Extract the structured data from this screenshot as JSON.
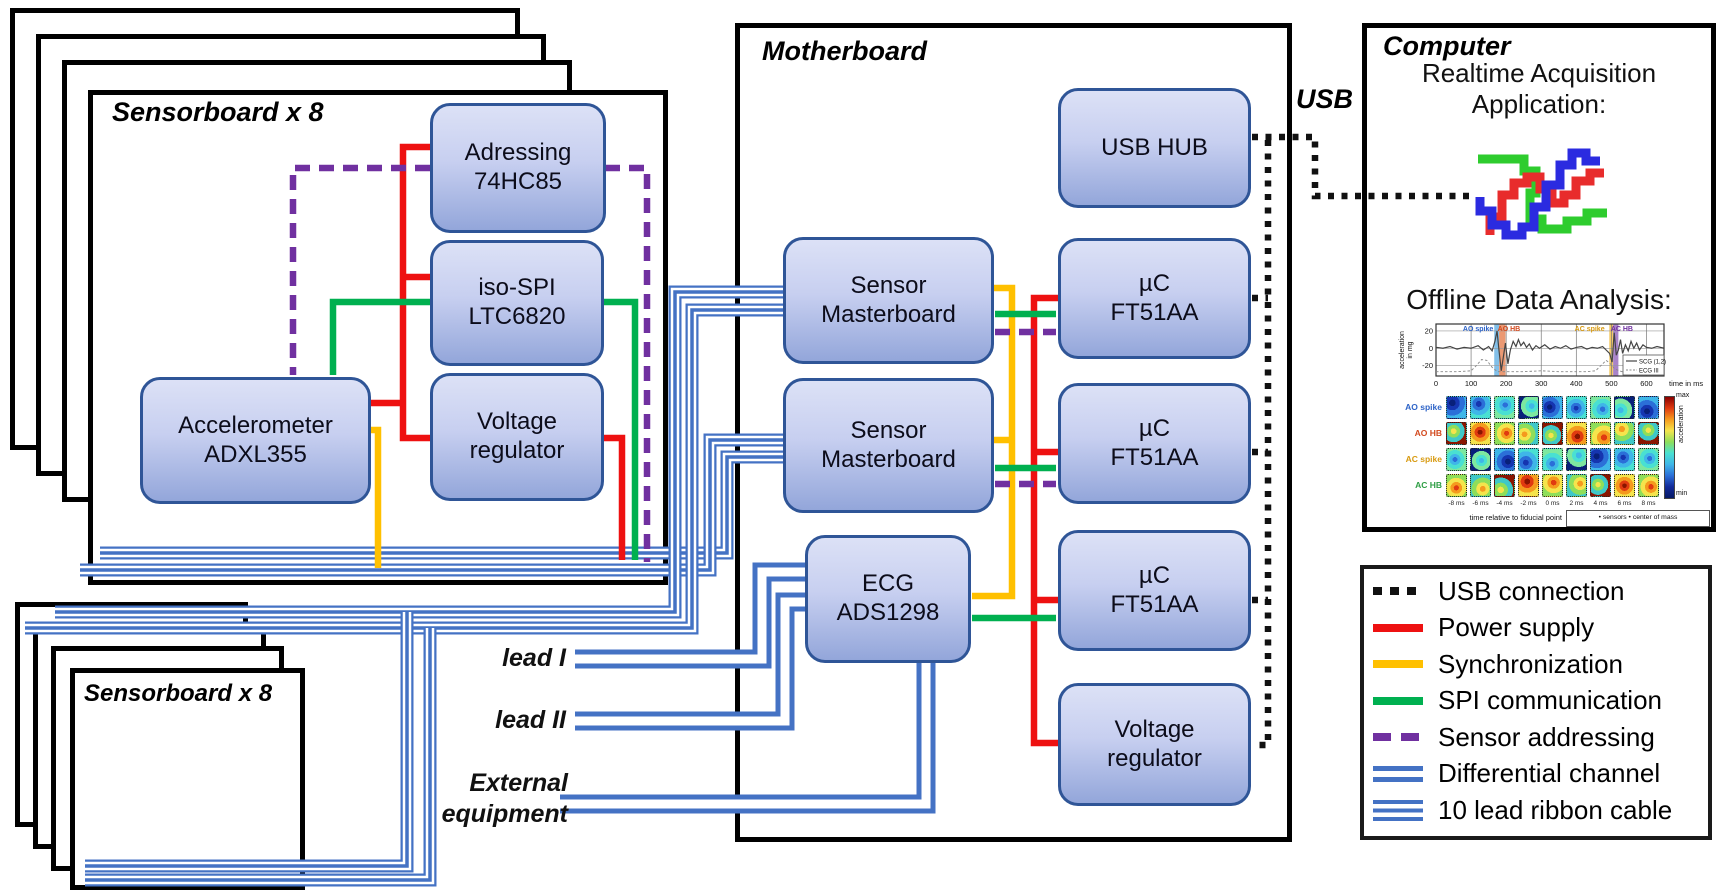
{
  "colors": {
    "ribbon_cable": "#4472C4",
    "power_supply": "#EE1111",
    "synchronization": "#FFC000",
    "spi_communication": "#00B050",
    "sensor_addressing": "#7030A0",
    "usb_connection": "#111111",
    "chip_border": "#2F5597",
    "chip_gradient_top": "#DCE1F6",
    "chip_gradient_bottom": "#93A6DA"
  },
  "sensorboard_top": {
    "title": "Sensorboard x 8",
    "boxes": {
      "addressing": "Adressing\n74HC85",
      "iso_spi": "iso-SPI\nLTC6820",
      "voltage_regulator": "Voltage\nregulator",
      "accelerometer": "Accelerometer\nADXL355"
    }
  },
  "sensorboard_bottom": {
    "title": "Sensorboard x 8"
  },
  "motherboard": {
    "title": "Motherboard",
    "boxes": {
      "usb_hub": "USB HUB",
      "sensor_masterboard_1": "Sensor\nMasterboard",
      "sensor_masterboard_2": "Sensor\nMasterboard",
      "ecg": "ECG\nADS1298",
      "uc_1": "µC\nFT51AA",
      "uc_2": "µC\nFT51AA",
      "uc_3": "µC\nFT51AA",
      "voltage_regulator": "Voltage\nregulator"
    }
  },
  "external_labels": {
    "usb": "USB",
    "lead_1": "lead I",
    "lead_2": "lead II",
    "external_equipment": "External\nequipment"
  },
  "computer": {
    "title": "Computer",
    "realtime_app": "Realtime Acquisition\nApplication:",
    "offline_title": "Offline Data Analysis:"
  },
  "legend": {
    "items": [
      {
        "label": "USB connection",
        "swatch": "usb"
      },
      {
        "label": "Power supply",
        "swatch": "power"
      },
      {
        "label": "Synchronization",
        "swatch": "sync"
      },
      {
        "label": "SPI communication",
        "swatch": "spi"
      },
      {
        "label": "Sensor addressing",
        "swatch": "addressing"
      },
      {
        "label": "Differential channel",
        "swatch": "differential"
      },
      {
        "label": "10 lead ribbon cable",
        "swatch": "ribbon"
      }
    ]
  },
  "chart_data": [
    {
      "type": "line",
      "ylabel": "acceleration\nin mg",
      "xlabel": "time in ms",
      "xticks": [
        0,
        100,
        200,
        300,
        400,
        500,
        600
      ],
      "yticks": [
        20,
        0,
        -20
      ],
      "xlim": [
        0,
        650
      ],
      "ylim": [
        -32,
        28
      ],
      "grid": true,
      "legend_position": "right",
      "series": [
        {
          "name": "SCG (1,2)",
          "style": "solid",
          "points": [
            [
              0,
              1
            ],
            [
              20,
              0
            ],
            [
              40,
              2
            ],
            [
              60,
              -1
            ],
            [
              80,
              1
            ],
            [
              100,
              0
            ],
            [
              120,
              3
            ],
            [
              135,
              -2
            ],
            [
              150,
              2
            ],
            [
              160,
              -3
            ],
            [
              168,
              8
            ],
            [
              174,
              20
            ],
            [
              180,
              -4
            ],
            [
              186,
              -26
            ],
            [
              192,
              -10
            ],
            [
              198,
              6
            ],
            [
              205,
              -18
            ],
            [
              212,
              -2
            ],
            [
              220,
              8
            ],
            [
              228,
              2
            ],
            [
              235,
              10
            ],
            [
              242,
              3
            ],
            [
              250,
              7
            ],
            [
              258,
              1
            ],
            [
              266,
              5
            ],
            [
              275,
              -2
            ],
            [
              285,
              3
            ],
            [
              295,
              0
            ],
            [
              310,
              4
            ],
            [
              325,
              -1
            ],
            [
              340,
              2
            ],
            [
              355,
              0
            ],
            [
              370,
              3
            ],
            [
              385,
              -1
            ],
            [
              400,
              1
            ],
            [
              415,
              2
            ],
            [
              430,
              -1
            ],
            [
              445,
              1
            ],
            [
              460,
              0
            ],
            [
              475,
              2
            ],
            [
              485,
              -2
            ],
            [
              495,
              -6
            ],
            [
              502,
              -16
            ],
            [
              508,
              18
            ],
            [
              514,
              -8
            ],
            [
              520,
              -2
            ],
            [
              526,
              10
            ],
            [
              532,
              -6
            ],
            [
              540,
              4
            ],
            [
              548,
              -3
            ],
            [
              556,
              8
            ],
            [
              564,
              0
            ],
            [
              572,
              6
            ],
            [
              580,
              -2
            ],
            [
              590,
              4
            ],
            [
              600,
              1
            ],
            [
              615,
              0
            ],
            [
              630,
              2
            ],
            [
              650,
              0
            ]
          ]
        },
        {
          "name": "ECG III",
          "style": "dashed",
          "points": [
            [
              0,
              -27
            ],
            [
              60,
              -27
            ],
            [
              100,
              -26
            ],
            [
              115,
              -20
            ],
            [
              130,
              -13
            ],
            [
              145,
              -14
            ],
            [
              160,
              -22
            ],
            [
              175,
              -27
            ],
            [
              250,
              -27
            ],
            [
              300,
              -26
            ],
            [
              350,
              -27
            ],
            [
              430,
              -27
            ],
            [
              455,
              -26
            ],
            [
              470,
              -20
            ],
            [
              485,
              -14
            ],
            [
              495,
              -17
            ],
            [
              510,
              -24
            ],
            [
              530,
              -27
            ],
            [
              650,
              -27
            ]
          ]
        }
      ],
      "bands": [
        {
          "x0": 166,
          "x1": 180,
          "color": "#6CB4E4",
          "label": "AO spike",
          "label_color": "#2E64C8",
          "label_x": 120
        },
        {
          "x0": 180,
          "x1": 198,
          "color": "#E8875A",
          "label": "AO HB",
          "label_color": "#D2491E",
          "label_x": 208
        },
        {
          "x0": 494,
          "x1": 505,
          "color": "#F2C14E",
          "label": "AC spike",
          "label_color": "#D89A10",
          "label_x": 438
        },
        {
          "x0": 505,
          "x1": 520,
          "color": "#9A6FC0",
          "label": "AC HB",
          "label_color": "#7030A0",
          "label_x": 530
        }
      ]
    },
    {
      "type": "heatmap",
      "rows": 4,
      "cols": 9,
      "row_labels": [
        {
          "text": "AO spike",
          "color": "#2E64C8"
        },
        {
          "text": "AO HB",
          "color": "#D2491E"
        },
        {
          "text": "AC spike",
          "color": "#D89A10"
        },
        {
          "text": "AC HB",
          "color": "#2E9E44"
        }
      ],
      "col_labels": [
        "-8 ms",
        "-6 ms",
        "-4 ms",
        "-2 ms",
        "0 ms",
        "2 ms",
        "4 ms",
        "6 ms",
        "8 ms"
      ],
      "colorbar": {
        "max_label": "max",
        "min_label": "min",
        "axis_label": "acceleration"
      },
      "caption": "time relative to fiducial point",
      "marker_legend": "• sensors   • center of mass"
    }
  ]
}
